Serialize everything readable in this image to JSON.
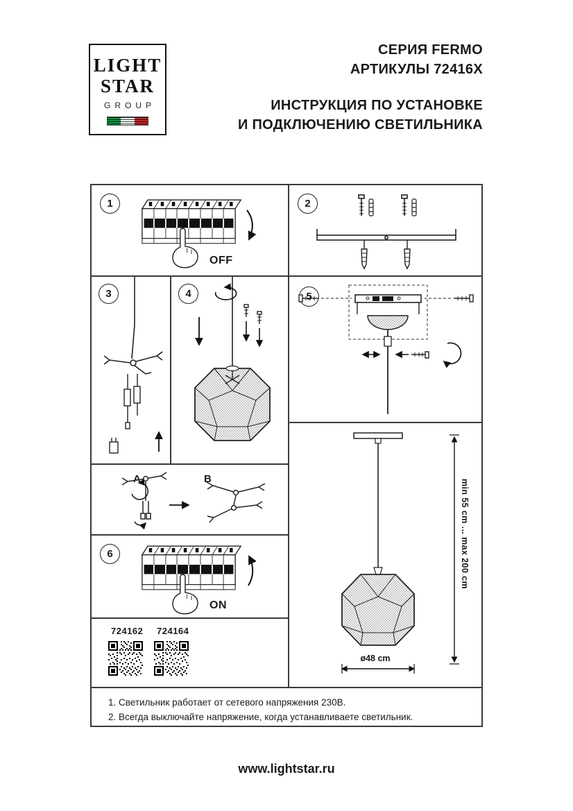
{
  "logo": {
    "line1": "LIGHT",
    "line2": "STAR",
    "line3": "GROUP"
  },
  "header": {
    "series": "СЕРИЯ FERMO",
    "articles": "АРТИКУЛЫ 72416X",
    "title_line1": "ИНСТРУКЦИЯ ПО УСТАНОВКЕ",
    "title_line2": "И ПОДКЛЮЧЕНИЮ СВЕТИЛЬНИКА"
  },
  "panels": {
    "step1": {
      "num": "1",
      "switch_label": "OFF"
    },
    "step2": {
      "num": "2"
    },
    "step3": {
      "num": "3"
    },
    "step4": {
      "num": "4"
    },
    "step5": {
      "num": "5"
    },
    "step6": {
      "num": "6",
      "switch_label": "ON"
    },
    "detail_a": "A",
    "detail_b": "B"
  },
  "products": {
    "article1": "724162",
    "article2": "724164"
  },
  "dimensions": {
    "height": "min 55 cm ... max 200 cm",
    "diameter": "ø48 cm"
  },
  "notes": {
    "line1": "1. Светильник работает от сетевого напряжения 230В.",
    "line2": "2. Всегда выключайте напряжение, когда устанавливаете светильник."
  },
  "footer": {
    "website": "www.lightstar.ru"
  },
  "colors": {
    "flag_green": "#0a9a48",
    "flag_red": "#cf2b2b",
    "line": "#3a3a3a"
  }
}
